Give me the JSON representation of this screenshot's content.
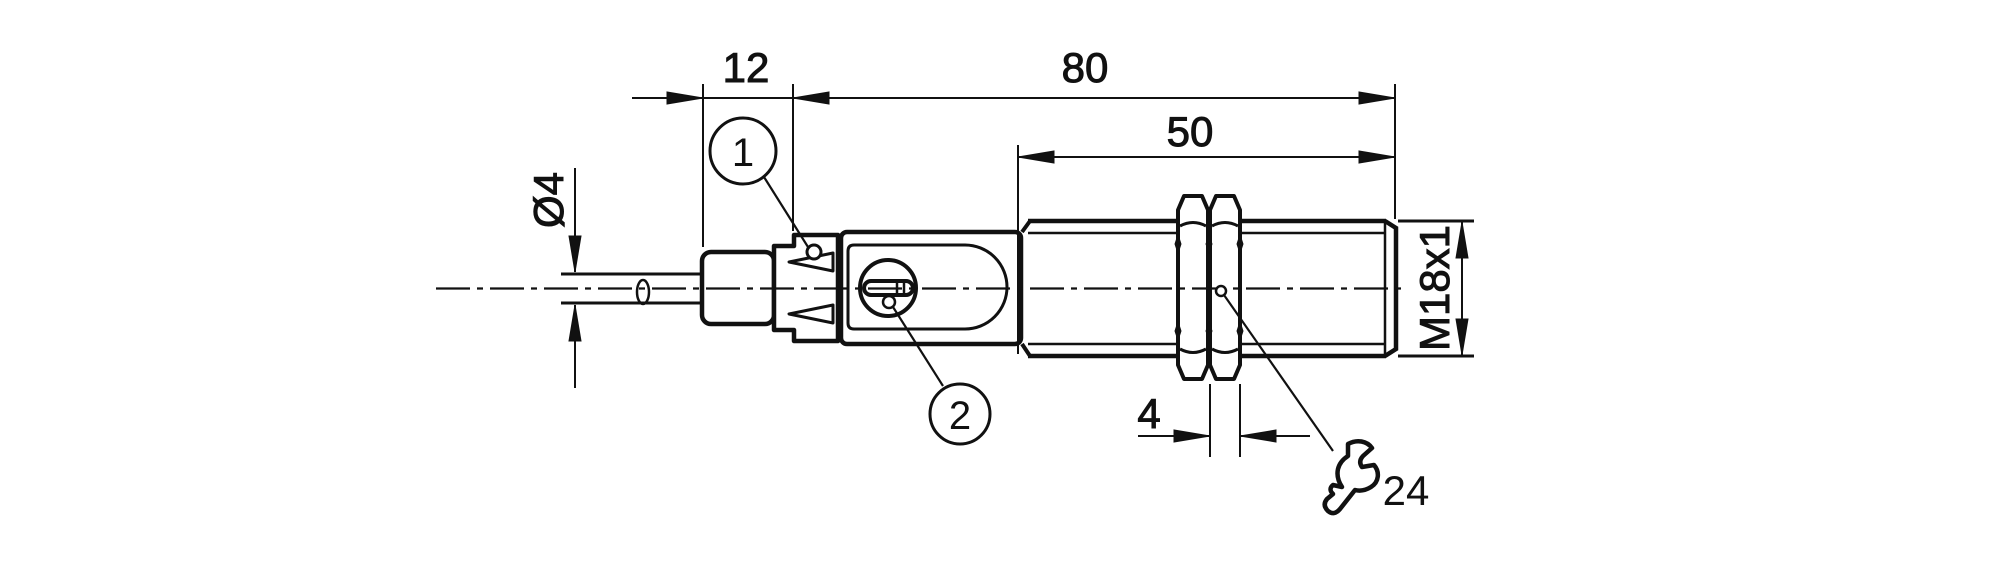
{
  "page": {
    "background": "#ffffff",
    "line_color": "#111111"
  },
  "drawing": {
    "dimensions": {
      "clamp_length": "12",
      "housing_length": "80",
      "thread_length": "50",
      "cable_diameter": "Ø4",
      "nut_thickness": "4",
      "thread_spec": "M18x1",
      "wrench_size": "24"
    },
    "callouts": {
      "one": "1",
      "two": "2"
    },
    "icons": {
      "wrench": "wrench-icon"
    }
  }
}
